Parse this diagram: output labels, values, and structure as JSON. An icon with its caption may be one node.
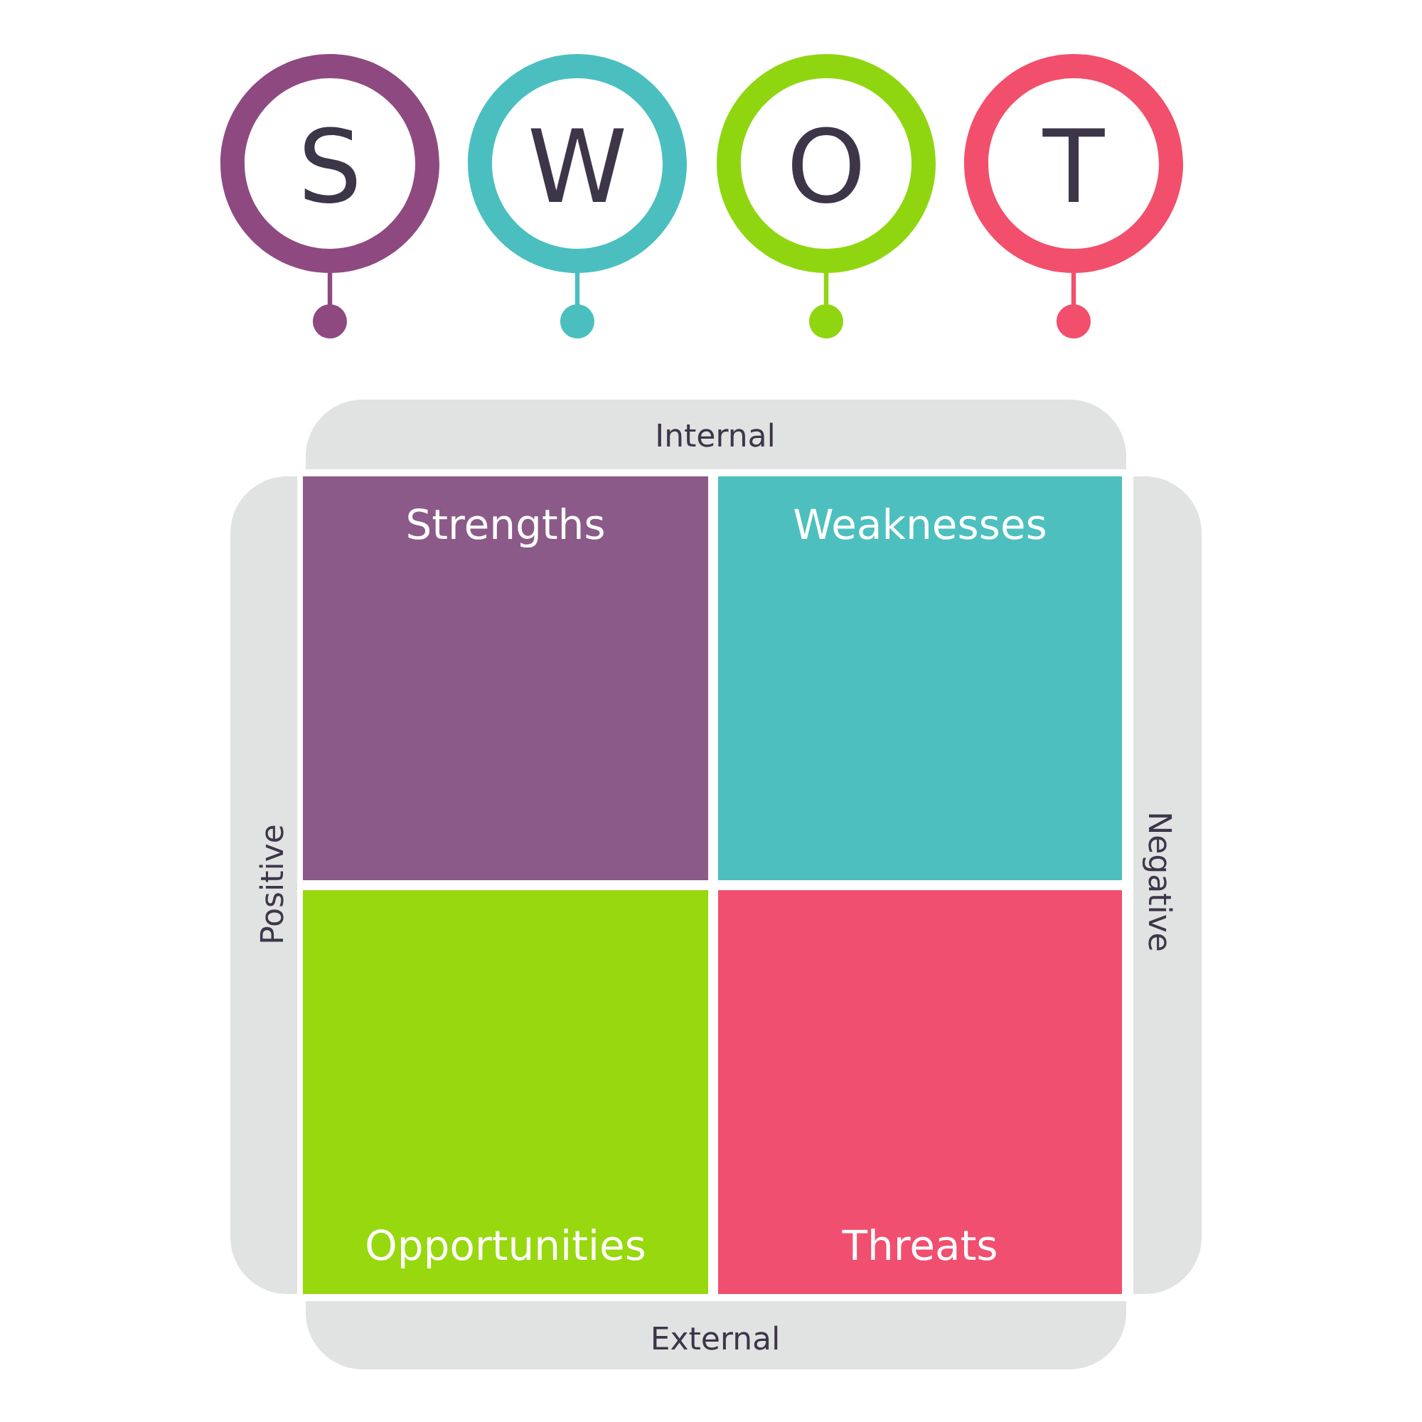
{
  "diagram": {
    "nodes": [
      {
        "text": [
          "S"
        ]
      },
      {
        "text": [
          "W"
        ]
      },
      {
        "text": [
          "O"
        ]
      },
      {
        "text": [
          "T"
        ]
      },
      {
        "text": [
          "Internal"
        ]
      },
      {
        "text": [
          "Positive"
        ]
      },
      {
        "text": [
          "Strengths"
        ]
      },
      {
        "text": [
          "Weaknesses"
        ]
      },
      {
        "text": [
          "Negative"
        ]
      },
      {
        "text": [
          "Opportunities"
        ]
      },
      {
        "text": [
          "Threats"
        ]
      },
      {
        "text": [
          "External"
        ]
      }
    ]
  }
}
